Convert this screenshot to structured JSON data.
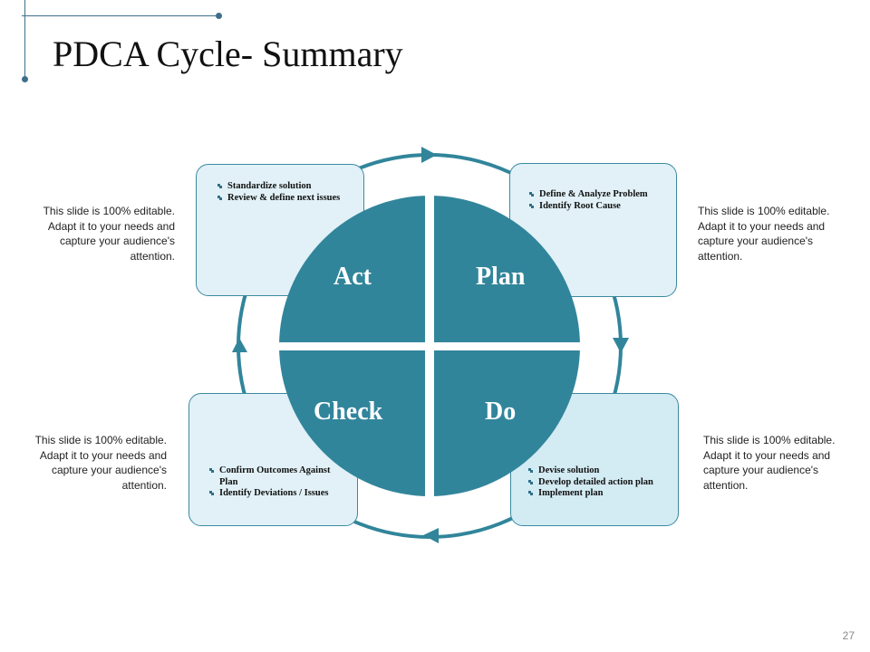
{
  "title": "PDCA Cycle- Summary",
  "page_number": "27",
  "colors": {
    "accent": "#31859b",
    "box_fill": "#e1f1f7",
    "box_border": "#3b8aa0",
    "decor": "#3f6e8c"
  },
  "quadrants": {
    "act": {
      "label": "Act",
      "bullets": [
        "Standardize solution",
        "Review & define next issues"
      ]
    },
    "plan": {
      "label": "Plan",
      "bullets": [
        "Define & Analyze Problem",
        "Identify Root Cause"
      ]
    },
    "check": {
      "label": "Check",
      "bullets": [
        "Confirm Outcomes Against Plan",
        "Identify Deviations / Issues"
      ]
    },
    "do": {
      "label": "Do",
      "bullets": [
        "Devise solution",
        "Develop detailed action plan",
        "Implement plan"
      ]
    }
  },
  "side_texts": {
    "top_left": "This slide is 100% editable. Adapt it to your needs and capture your audience's attention.",
    "top_right": "This slide is 100% editable. Adapt it to your needs and capture your audience's attention.",
    "bottom_left": "This slide is 100% editable. Adapt it to your needs and capture your audience's attention.",
    "bottom_right": "This slide is 100% editable. Adapt it to your needs and capture your audience's attention."
  }
}
